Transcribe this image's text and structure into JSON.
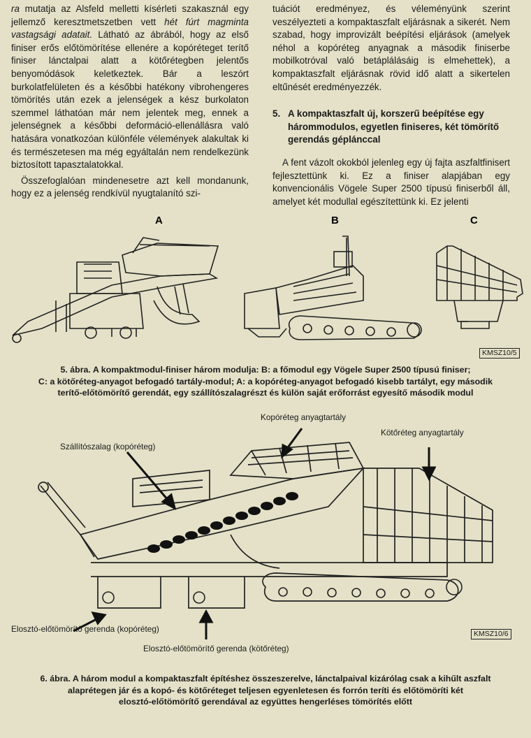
{
  "left_column": {
    "p1_a": "ra",
    "p1_b": " mutatja az Alsfeld melletti kísérleti szakasznál egy jellemző keresztmetszetben vett ",
    "p1_c": "hét fúrt magminta vastagsági adatait.",
    "p1_d": " Látható az ábrából, hogy az első finiser erős előtömörítése ellenére a kopóréteget terítő finiser lánctalpai alatt a kötőrétegben jelentős benyomódások keletkeztek. Bár a leszórt burkolatfelületen és a későbbi hatékony vibrohengeres tömörítés után ezek a jelenségek a kész burkolaton szemmel láthatóan már nem jelentek meg, ennek a jelenségnek a későbbi deformáció-ellenállásra való hatására vonatkozóan különféle vélemények alakultak ki és természetesen ma még egyáltalán nem rendelkezünk biztosított tapasztalatokkal.",
    "p2": "Összefoglalóan mindenesetre azt kell mondanunk, hogy ez a jelenség rendkívül nyugtalanító szi-"
  },
  "right_column": {
    "p1": "tuációt eredményez, és véleményünk szerint veszélyezteti a kompaktaszfalt eljárásnak a sikerét. Nem szabad, hogy improvizált beépítési eljárások (amelyek néhol a kopóréteg anyagnak a második finiserbe mobilkotróval való betáplálásáig is elmehettek), a kompaktaszfalt eljárásnak rövid idő alatt a sikertelen eltűnését eredményezzék.",
    "section_number": "5.",
    "section_title": "A kompaktaszfalt új, korszerű beépítése egy hárommodulos, egyetlen finiseres, két tömörítő gerendás géplánccal",
    "p2": "A fent vázolt okokból jelenleg egy új fajta aszfaltfinisert fejlesztettünk ki. Ez a finiser alapjában egy konvencionális Vögele Super 2500 típusú finiserből áll, amelyet két modullal egészítettünk ki. Ez jelenti"
  },
  "figure5": {
    "label_a": "A",
    "label_b": "B",
    "label_c": "C",
    "code": "KMSZ10/5",
    "caption_line1": "5. ábra. A kompaktmodul-finiser három modulja: B: a főmodul egy Vögele Super 2500 típusú finiser;",
    "caption_line2": "C: a kötőréteg-anyagot befogadó tartály-modul; A: a kopóréteg-anyagot befogadó kisebb tartályt, egy második",
    "caption_line3": "terítő-előtömörítő gerendát, egy szállítószalagrészt és külön saját erőforrást egyesítő második modul"
  },
  "figure6": {
    "callout_kopo_tartaly": "Kopóréteg anyagtartály",
    "callout_koto_tartaly": "Kötőréteg anyagtartály",
    "callout_szalag": "Szállítószalag (kopóréteg)",
    "callout_gerenda_kopo": "Elosztó-előtömörítő gerenda (kopóréteg)",
    "callout_gerenda_koto": "Elosztó-előtömörítő gerenda (kötőréteg)",
    "code": "KMSZ10/6",
    "caption_line1": "6. ábra. A három modul a kompaktaszfalt építéshez összeszerelve, lánctalpaival kizárólag csak a kihűlt aszfalt",
    "caption_line2": "alaprétegen jár és a kopó- és kötőréteget teljesen egyenletesen és forrón teríti és előtömöríti két",
    "caption_line3": "elosztó-előtömörítő gerendával az együttes hengerléses tömörítés előtt"
  }
}
